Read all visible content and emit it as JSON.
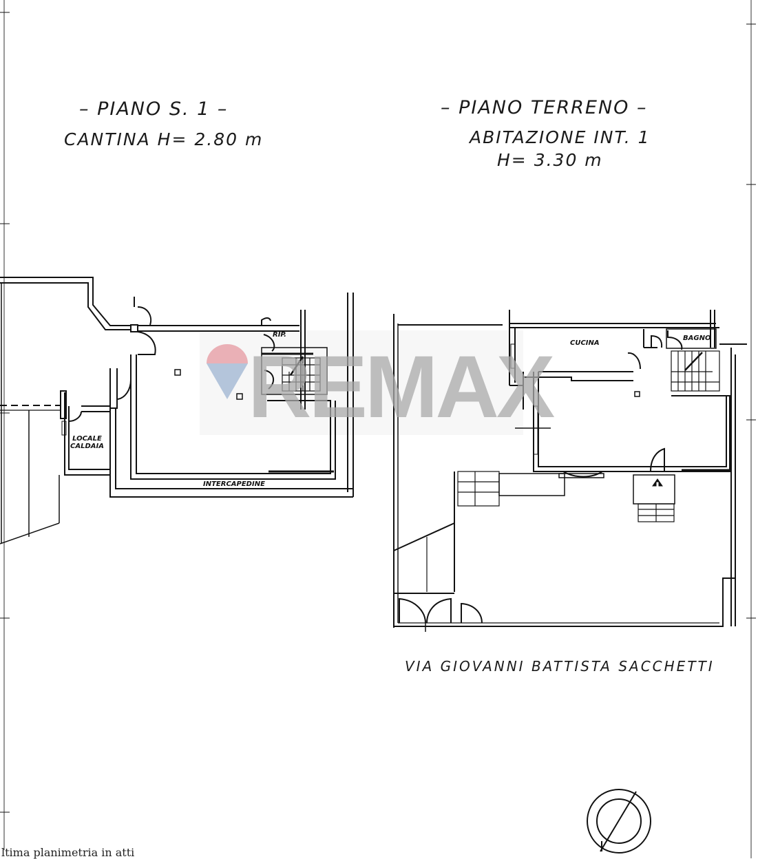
{
  "document": {
    "type": "floor-plan",
    "footer_note": "ltima planimetria in atti"
  },
  "plans": [
    {
      "title": "– PIANO S. 1 –",
      "subtitle": "CANTINA H= 2.80 m",
      "rooms": [
        {
          "label": "RIP."
        },
        {
          "label_line1": "LOCALE",
          "label_line2": "CALDAIA"
        },
        {
          "label": "INTERCAPEDINE"
        }
      ]
    },
    {
      "title": "– PIANO TERRENO –",
      "subtitle": "ABITAZIONE INT. 1",
      "height": "H= 3.30 m",
      "rooms": [
        {
          "label": "CUCINA"
        },
        {
          "label": "BAGNO"
        }
      ]
    }
  ],
  "street": "VIA GIOVANNI BATTISTA SACCHETTI",
  "watermark": {
    "brand": "REMAX",
    "balloon_top_color": "#e8a0a8",
    "balloon_bottom_color": "#9fb4d0",
    "text_color": "#aaaaaa"
  },
  "compass": {
    "icon": "north-arrow-icon"
  }
}
